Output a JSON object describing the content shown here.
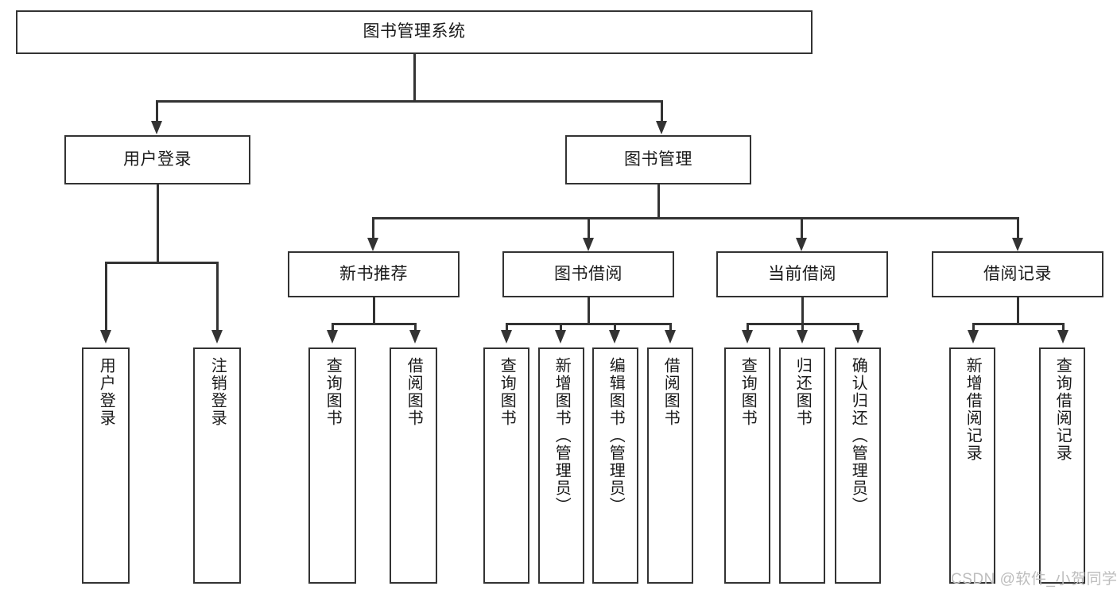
{
  "diagram": {
    "type": "tree-hierarchy-chart",
    "title": "图书管理系统",
    "root": {
      "label": "图书管理系统"
    },
    "level2": [
      {
        "label": "用户登录"
      },
      {
        "label": "图书管理"
      }
    ],
    "level3": [
      {
        "label": "新书推荐"
      },
      {
        "label": "图书借阅"
      },
      {
        "label": "当前借阅"
      },
      {
        "label": "借阅记录"
      }
    ],
    "leaves": {
      "user_login": [
        {
          "label": "用户登录"
        },
        {
          "label": "注销登录"
        }
      ],
      "new_book_recommend": [
        {
          "label": "查询图书"
        },
        {
          "label": "借阅图书"
        }
      ],
      "book_borrow": [
        {
          "label": "查询图书"
        },
        {
          "label": "新增图书（管理员）"
        },
        {
          "label": "编辑图书（管理员）"
        },
        {
          "label": "借阅图书"
        }
      ],
      "current_borrow": [
        {
          "label": "查询图书"
        },
        {
          "label": "归还图书"
        },
        {
          "label": "确认归还（管理员）"
        }
      ],
      "borrow_record": [
        {
          "label": "新增借阅记录"
        },
        {
          "label": "查询借阅记录"
        }
      ]
    }
  },
  "watermark": {
    "text": "CSDN @软件_小贺同学"
  },
  "colors": {
    "stroke": "#333333",
    "background": "#ffffff",
    "text": "#1a1a1a",
    "watermark": "#bdbdbd"
  }
}
